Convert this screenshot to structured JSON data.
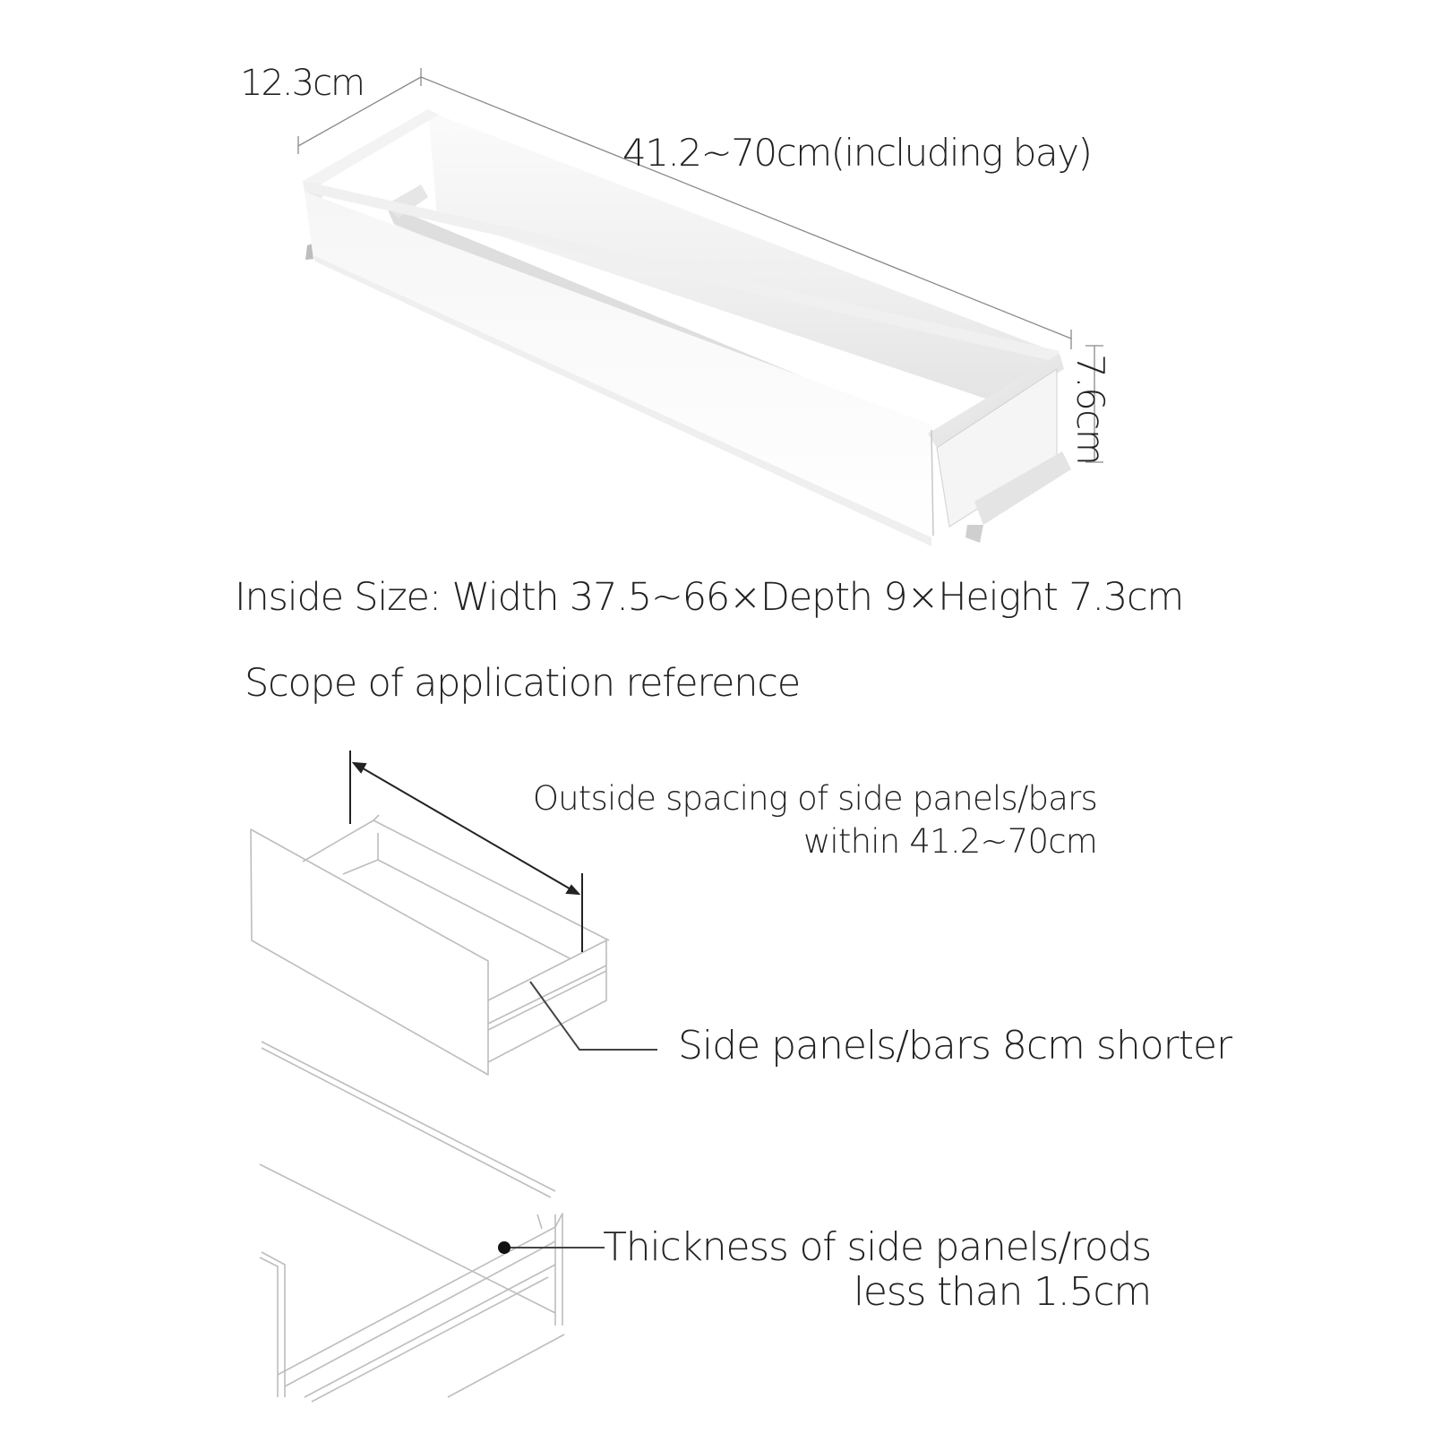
{
  "product_diagram": {
    "dimensions": {
      "depth_label": "12.3cm",
      "length_label": "41.2~70cm(including bay)",
      "height_label": "7.6cm"
    },
    "inside_size": "Inside Size: Width 37.5~66×Depth 9×Height 7.3cm",
    "colors": {
      "background": "#ffffff",
      "text": "#222222",
      "product_body": "#f4f4f4",
      "product_shadow": "#d9d9d9",
      "line_art": "#b8b8b8",
      "dimension_line": "#8a8a8a",
      "callout_line": "#333333"
    }
  },
  "application_reference": {
    "title": "Scope of application reference",
    "callouts": [
      {
        "id": "outside-spacing",
        "lines": [
          "Outside spacing of side panels/bars",
          "within 41.2~70cm"
        ]
      },
      {
        "id": "shorter",
        "lines": [
          "Side panels/bars 8cm shorter"
        ]
      },
      {
        "id": "thickness",
        "lines": [
          "Thickness of side panels/rods",
          "less than 1.5cm"
        ]
      }
    ]
  }
}
